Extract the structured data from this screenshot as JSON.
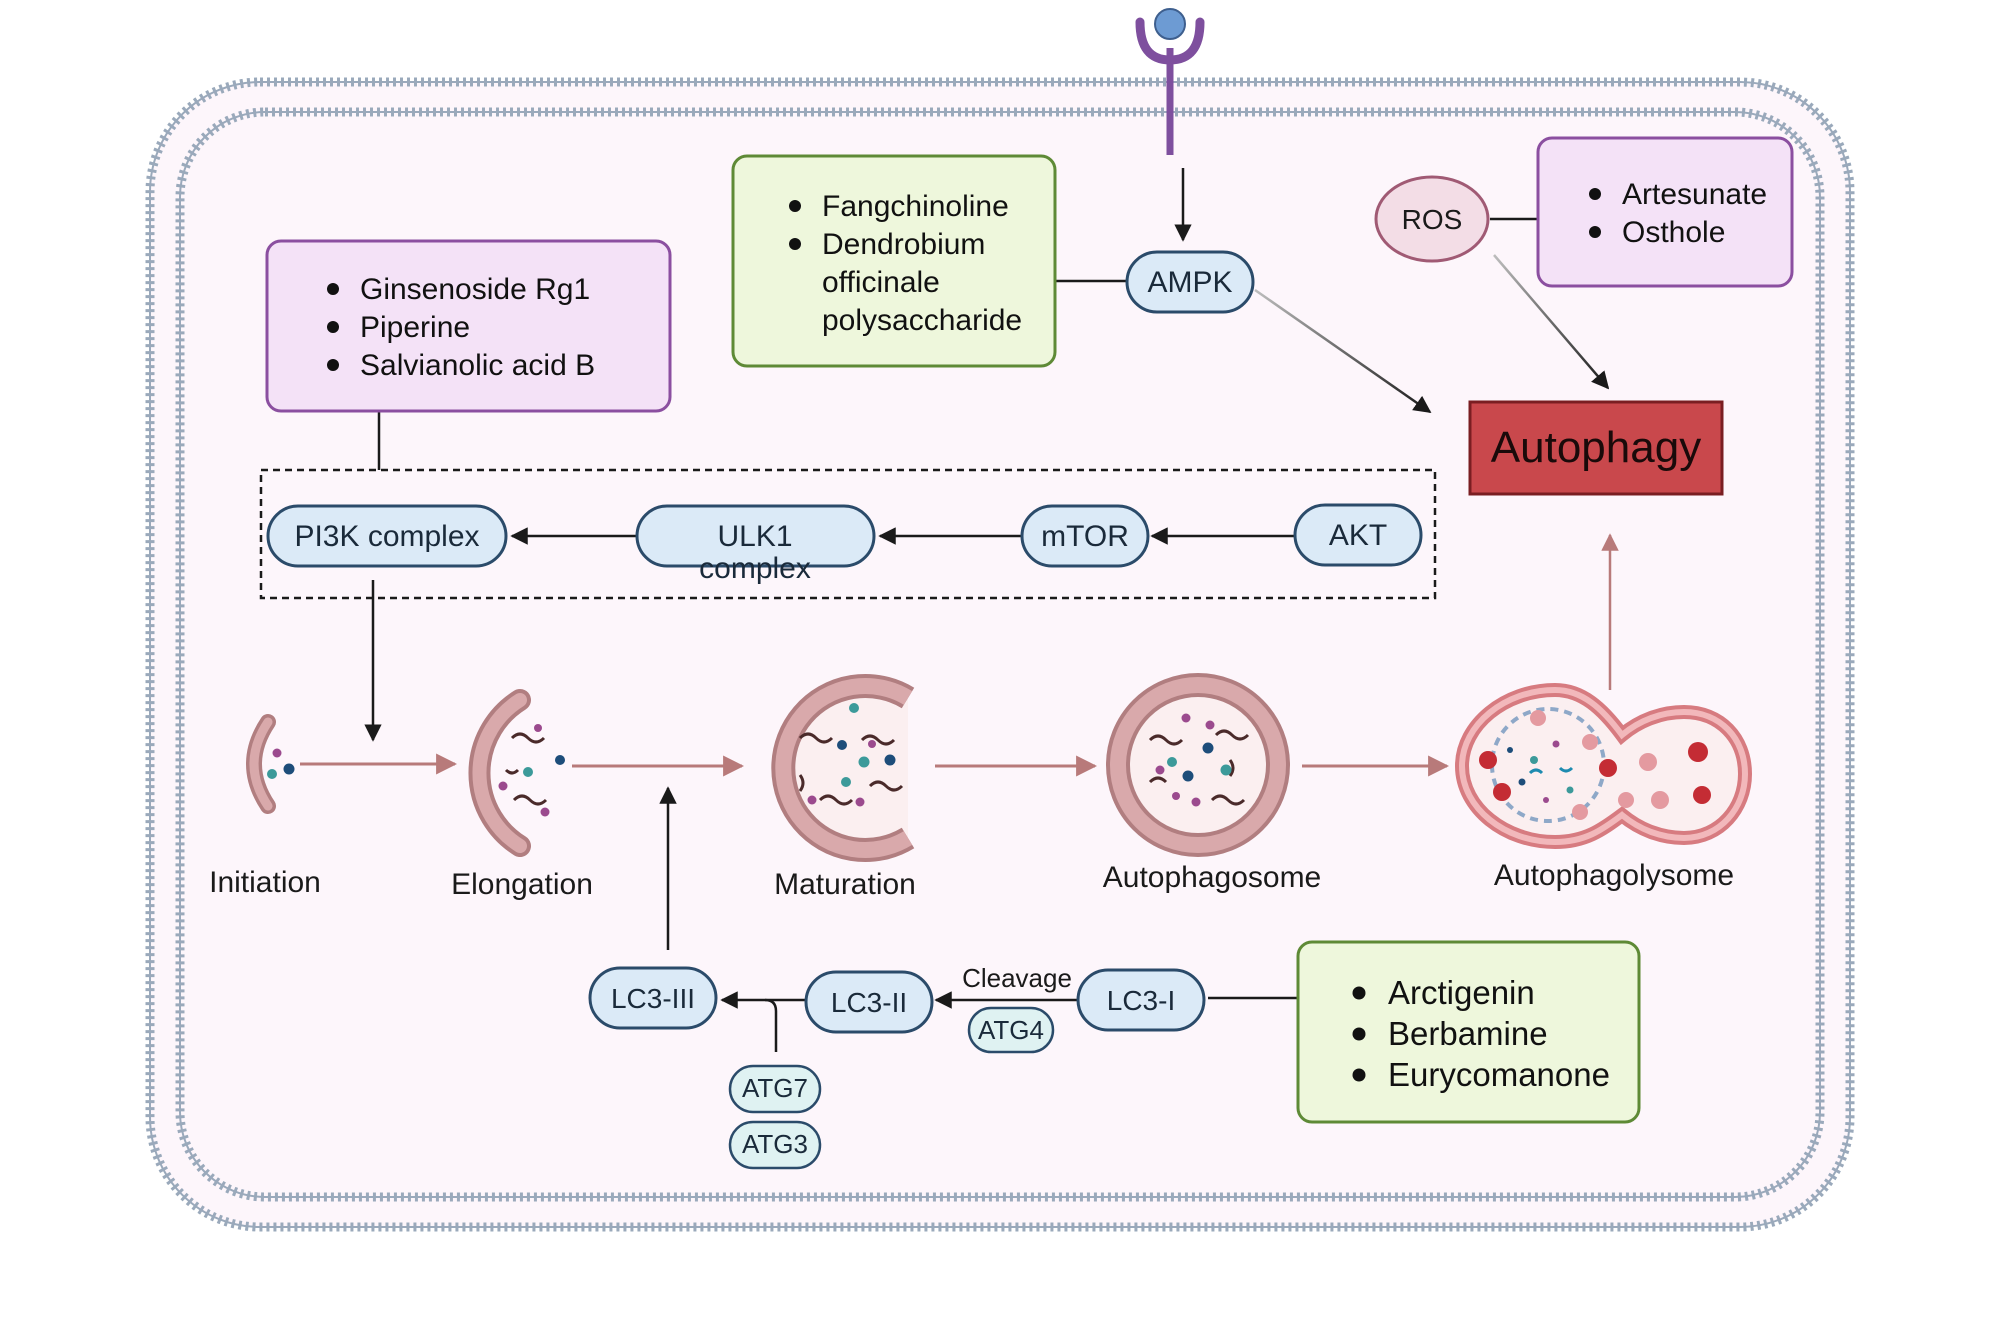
{
  "groups": {
    "ampk_drugs": [
      "Fangchinoline",
      "Dendrobium",
      "officinale",
      "polysaccharide"
    ],
    "pi3k_drugs": [
      "Ginsenoside Rg1",
      "Piperine",
      "Salvianolic acid B"
    ],
    "ros_drugs": [
      "Artesunate",
      "Osthole"
    ],
    "lc3_drugs": [
      "Arctigenin",
      "Berbamine",
      "Eurycomanone"
    ]
  },
  "nodes": {
    "ampk": "AMPK",
    "ros": "ROS",
    "autophagy": "Autophagy",
    "pi3k": "PI3K complex",
    "ulk1_line1": "ULK1",
    "ulk1_line2": "complex",
    "mtor": "mTOR",
    "akt": "AKT",
    "lc3_iii": "LC3-III",
    "lc3_ii": "LC3-II",
    "lc3_i": "LC3-I",
    "atg4": "ATG4",
    "atg7": "ATG7",
    "atg3": "ATG3",
    "cleavage": "Cleavage"
  },
  "stages": {
    "initiation": "Initiation",
    "elongation": "Elongation",
    "maturation": "Maturation",
    "autophagosome": "Autophagosome",
    "autophagolysome": "Autophagolysome"
  },
  "colors": {
    "membrane": "#9aa9bb",
    "cell_fill": "#fdf6fb",
    "node_fill": "#dbeaf7",
    "node_stroke": "#2b4b6a",
    "green_fill": "#eef7dc",
    "green_stroke": "#5e8a36",
    "purple_fill": "#f4e2f7",
    "purple_stroke": "#8b4fa0",
    "autophagy_fill": "#c9484c",
    "autophagy_stroke": "#7a1e22",
    "ros_fill": "#f3dde6",
    "ros_stroke": "#a05a74",
    "stage_arrow": "#b87a7a",
    "vesicle": "#d49ea0",
    "vesicle_dark": "#b17e80",
    "receptor": "#7e4f9e",
    "receptor_ball": "#6d9bd3"
  }
}
